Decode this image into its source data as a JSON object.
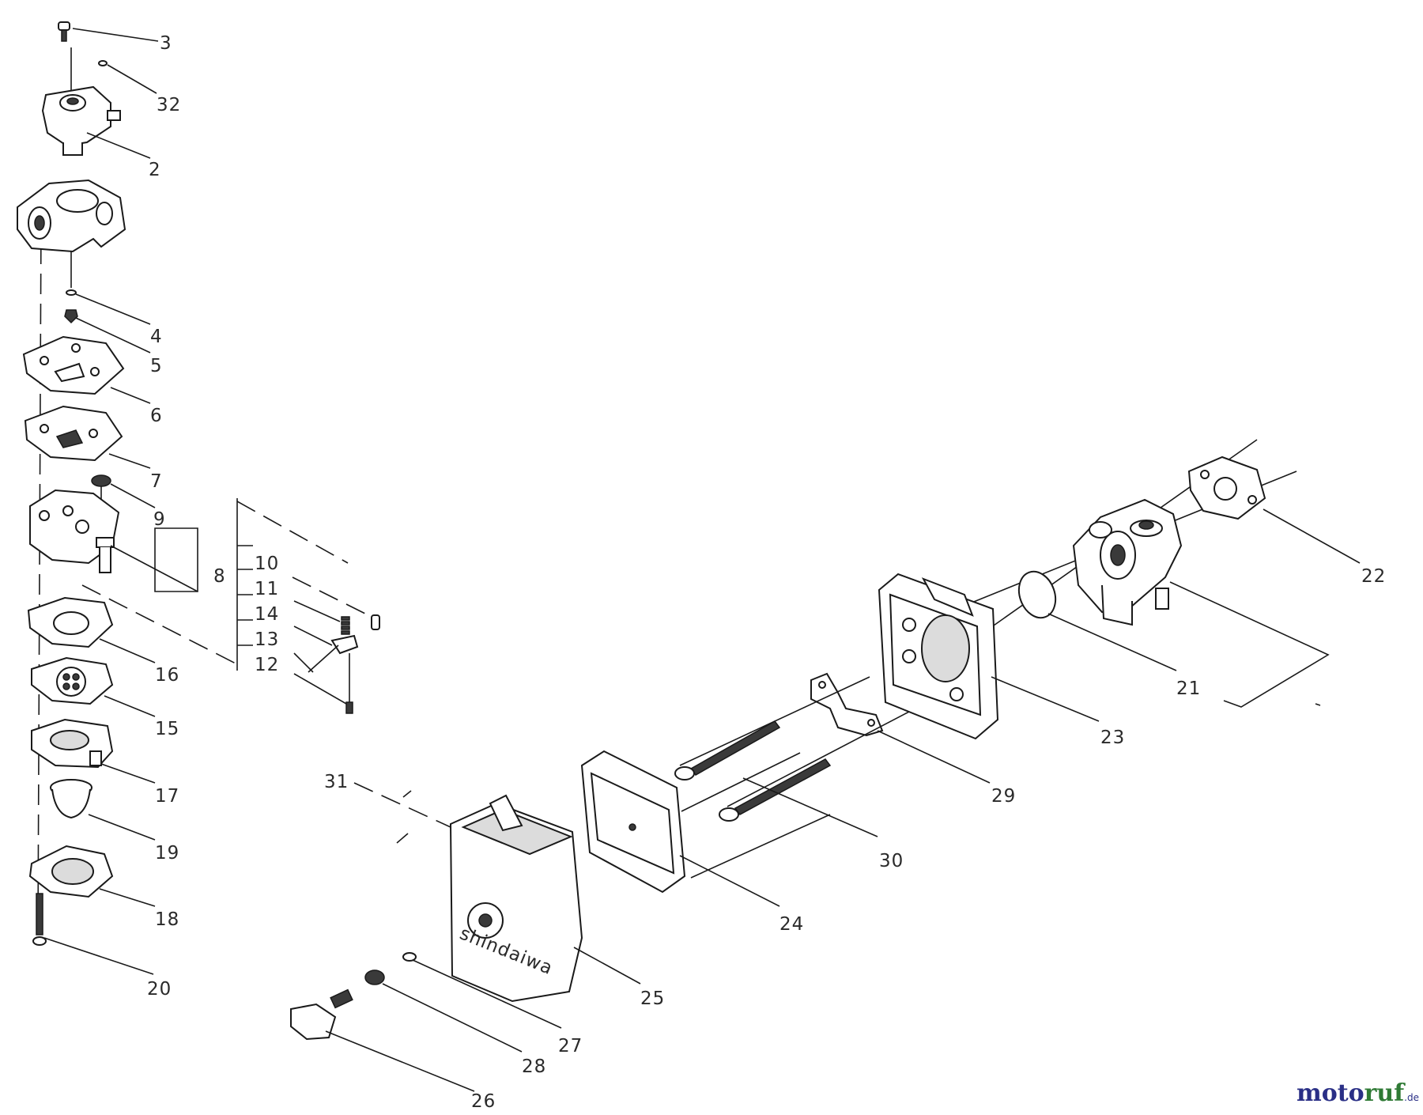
{
  "diagram": {
    "callouts": {
      "c3": "3",
      "c32": "32",
      "c2": "2",
      "c4": "4",
      "c5": "5",
      "c6a": "6",
      "c7": "7",
      "c9": "9",
      "c8": "8",
      "c10": "10",
      "c11": "11",
      "c14": "14",
      "c13": "13",
      "c12": "12",
      "c16": "16",
      "c15": "15",
      "c17": "17",
      "c19": "19",
      "c18": "18",
      "c20": "20",
      "c22": "22",
      "c21": "21",
      "c23": "23",
      "c29": "29",
      "c30": "30",
      "c31": "31",
      "c24": "24",
      "c25": "25",
      "c27": "27",
      "c28": "28",
      "c26": "26"
    },
    "brand_on_cover": "shindaiwa"
  },
  "watermark": {
    "part1": "moto",
    "part2": "ruf",
    "suffix": ".de",
    "colors": {
      "primary": "#2a2f86",
      "secondary": "#2f7a35"
    }
  }
}
